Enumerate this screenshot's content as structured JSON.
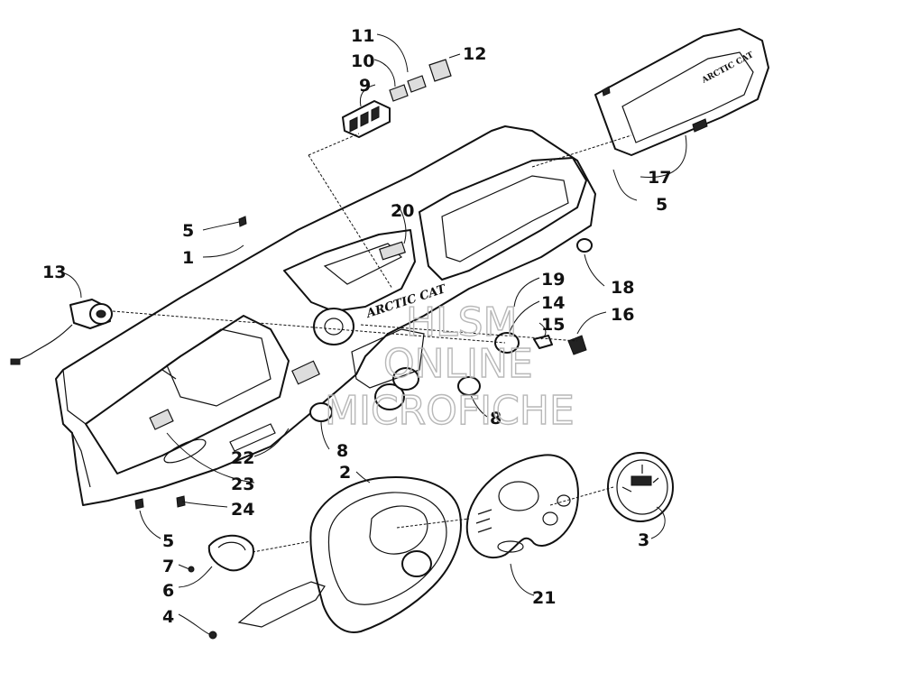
{
  "diagram": {
    "callouts": [
      {
        "id": "c11a",
        "text": "11"
      },
      {
        "id": "c10",
        "text": "10"
      },
      {
        "id": "c12",
        "text": "12"
      },
      {
        "id": "c9",
        "text": "9"
      },
      {
        "id": "c17",
        "text": "17"
      },
      {
        "id": "c5a",
        "text": "5"
      },
      {
        "id": "c5b",
        "text": "5"
      },
      {
        "id": "c20",
        "text": "20"
      },
      {
        "id": "c1",
        "text": "1"
      },
      {
        "id": "c13",
        "text": "13"
      },
      {
        "id": "c18",
        "text": "18"
      },
      {
        "id": "c19",
        "text": "19"
      },
      {
        "id": "c14",
        "text": "14"
      },
      {
        "id": "c15",
        "text": "15"
      },
      {
        "id": "c16",
        "text": "16"
      },
      {
        "id": "c8a",
        "text": "8"
      },
      {
        "id": "c8b",
        "text": "8"
      },
      {
        "id": "c22",
        "text": "22"
      },
      {
        "id": "c2",
        "text": "2"
      },
      {
        "id": "c23",
        "text": "23"
      },
      {
        "id": "c24",
        "text": "24"
      },
      {
        "id": "c3",
        "text": "3"
      },
      {
        "id": "c5c",
        "text": "5"
      },
      {
        "id": "c7",
        "text": "7"
      },
      {
        "id": "c6",
        "text": "6"
      },
      {
        "id": "c21",
        "text": "21"
      },
      {
        "id": "c4",
        "text": "4"
      }
    ],
    "labels": {
      "brand_left": "ARCTIC CAT",
      "brand_right": "ARCTIC CAT"
    },
    "watermark": {
      "line1": "HLSM",
      "line2": "ONLINE",
      "line3": "MICROFICHE"
    }
  }
}
